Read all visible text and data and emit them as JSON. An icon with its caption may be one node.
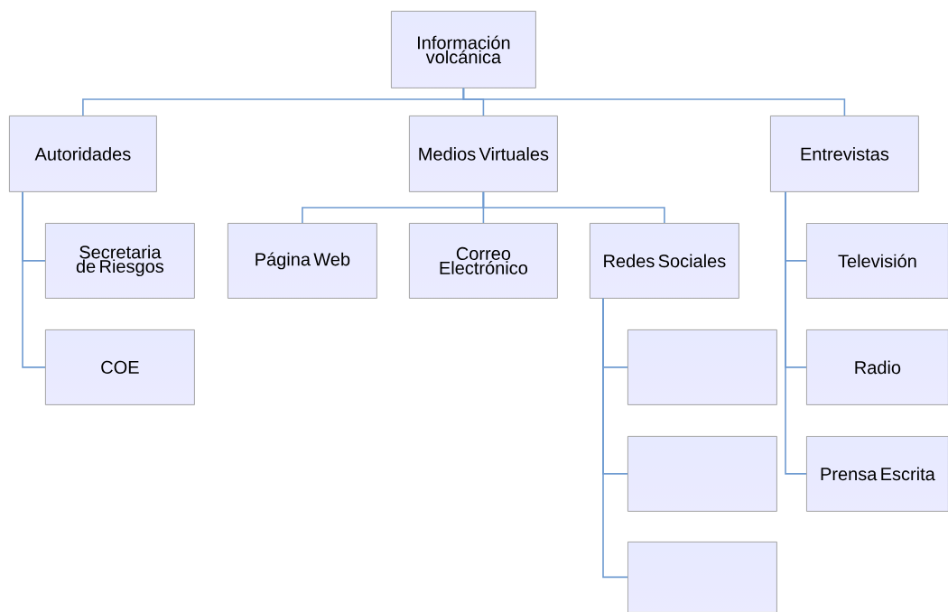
{
  "diagram": {
    "nodes": [
      {
        "text": [
          "Información volcánica"
        ]
      },
      {
        "text": [
          "Autoridades"
        ]
      },
      {
        "text": [
          "Medios Virtuales"
        ]
      },
      {
        "text": [
          "Entrevistas"
        ]
      },
      {
        "text": [
          "Secretaria de Riesgos"
        ]
      },
      {
        "text": [
          "COE"
        ]
      },
      {
        "text": [
          "Página Web"
        ]
      },
      {
        "text": [
          "Correo Electrónico"
        ]
      },
      {
        "text": [
          "Redes Sociales"
        ]
      },
      {
        "text": [],
        "shape": "box"
      },
      {
        "text": [],
        "shape": "box"
      },
      {
        "text": [],
        "shape": "box"
      },
      {
        "text": [
          "Televisión"
        ]
      },
      {
        "text": [
          "Radio"
        ]
      },
      {
        "text": [
          "Prensa Escrita"
        ]
      }
    ],
    "edges": [
      {
        "from": 0,
        "to": 1,
        "arrow": "none"
      },
      {
        "from": 0,
        "to": 2,
        "arrow": "none"
      },
      {
        "from": 0,
        "to": 3,
        "arrow": "none"
      },
      {
        "from": 1,
        "to": 4,
        "arrow": "none"
      },
      {
        "from": 1,
        "to": 5,
        "arrow": "none"
      },
      {
        "from": 2,
        "to": 6,
        "arrow": "none"
      },
      {
        "from": 2,
        "to": 7,
        "arrow": "none"
      },
      {
        "from": 2,
        "to": 8,
        "arrow": "none"
      },
      {
        "from": 8,
        "to": 9,
        "arrow": "none"
      },
      {
        "from": 8,
        "to": 10,
        "arrow": "none"
      },
      {
        "from": 8,
        "to": 11,
        "arrow": "none"
      },
      {
        "from": 3,
        "to": 12,
        "arrow": "none"
      },
      {
        "from": 3,
        "to": 13,
        "arrow": "none"
      },
      {
        "from": 3,
        "to": 14,
        "arrow": "none"
      }
    ]
  }
}
